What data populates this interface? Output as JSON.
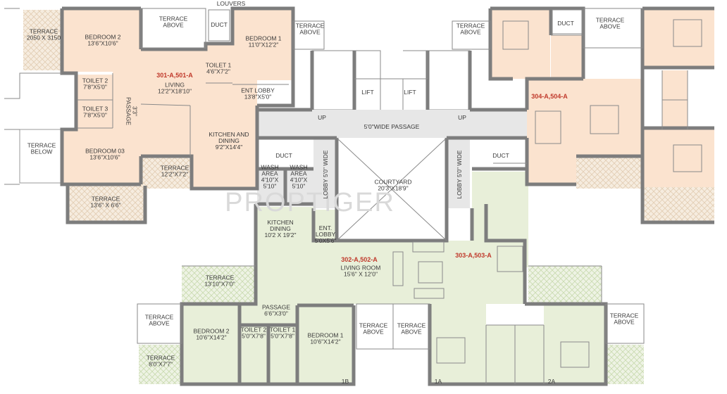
{
  "colors": {
    "unit_301": "#fbe3cf",
    "unit_302": "#e8efd9",
    "unit_303": "#e8efd9",
    "unit_304": "#fbe3cf",
    "common": "#e7e7e7",
    "terrace_hatch": "#e8d8c4",
    "terrace_green": "#cfe0b8",
    "wall": "#7d7d7d",
    "unit_label": "#c0392b"
  },
  "watermark": "PROPTIGER",
  "units": {
    "u301": {
      "label": "301-A,501-A"
    },
    "u302": {
      "label": "302-A,502-A"
    },
    "u303": {
      "label": "303-A,503-A"
    },
    "u304": {
      "label": "304-A,504-A"
    }
  },
  "rooms": [
    {
      "id": "terrace-301-nw",
      "lines": [
        "TERRACE",
        "2050 X 3150"
      ]
    },
    {
      "id": "bedroom2-301",
      "lines": [
        "BEDROOM 2",
        "13'6\"X10'6\""
      ]
    },
    {
      "id": "terrace-above-top-1",
      "lines": [
        "TERRACE",
        "ABOVE"
      ]
    },
    {
      "id": "louvers",
      "lines": [
        "LOUVERS"
      ]
    },
    {
      "id": "duct-301",
      "lines": [
        "DUCT"
      ]
    },
    {
      "id": "bedroom1-301",
      "lines": [
        "BEDROOM 1",
        "11'0\"X12'2\""
      ]
    },
    {
      "id": "terrace-above-top-2",
      "lines": [
        "TERRACE",
        "ABOVE"
      ]
    },
    {
      "id": "toilet1-301",
      "lines": [
        "TOILET 1",
        "4'6\"X7'2\""
      ]
    },
    {
      "id": "toilet2-301",
      "lines": [
        "TOILET 2",
        "7'8\"X5'0\""
      ]
    },
    {
      "id": "toilet3-301",
      "lines": [
        "TOILET 3",
        "7'8\"X5'0\""
      ]
    },
    {
      "id": "passage-301",
      "lines": [
        "3'3\"",
        "PASSAGE"
      ]
    },
    {
      "id": "living-301",
      "lines": [
        "LIVING",
        "12'2\"X18'10\""
      ]
    },
    {
      "id": "ent-lobby-301",
      "lines": [
        "ENT LOBBY",
        "13'8\"X5'0\""
      ]
    },
    {
      "id": "terrace-below",
      "lines": [
        "TERRACE",
        "BELOW"
      ]
    },
    {
      "id": "bedroom3-301",
      "lines": [
        "BEDROOM 03",
        "13'6\"X10'6\""
      ]
    },
    {
      "id": "kitchen-dining-301",
      "lines": [
        "KITCHEN AND",
        "DINING",
        "9'2\"X14'4\""
      ]
    },
    {
      "id": "terrace-301-s",
      "lines": [
        "TERRACE",
        "12'2\"X7'2\""
      ]
    },
    {
      "id": "terrace-301-sw",
      "lines": [
        "TERRACE",
        "13'6\" X 6'6\""
      ]
    },
    {
      "id": "lift-1",
      "lines": [
        "LIFT"
      ]
    },
    {
      "id": "lift-2",
      "lines": [
        "LIFT"
      ]
    },
    {
      "id": "up-left",
      "lines": [
        "UP"
      ]
    },
    {
      "id": "up-right",
      "lines": [
        "UP"
      ]
    },
    {
      "id": "passage-5",
      "lines": [
        "5'0\"WIDE PASSAGE"
      ]
    },
    {
      "id": "duct-left",
      "lines": [
        "DUCT"
      ]
    },
    {
      "id": "duct-right",
      "lines": [
        "DUCT"
      ]
    },
    {
      "id": "wash-1",
      "lines": [
        "WASH",
        "AREA",
        "4'10\"X",
        "5'10\""
      ]
    },
    {
      "id": "wash-2",
      "lines": [
        "WASH",
        "AREA",
        "4'10\"X",
        "5'10\""
      ]
    },
    {
      "id": "lobby-left",
      "lines": [
        "LOBBY 5'0\" WIDE"
      ]
    },
    {
      "id": "lobby-right",
      "lines": [
        "LOBBY 5'0\" WIDE"
      ]
    },
    {
      "id": "courtyard",
      "lines": [
        "COURTYARD",
        "20'3\"X18'9\""
      ]
    },
    {
      "id": "terrace-above-tr-1",
      "lines": [
        "TERRACE",
        "ABOVE"
      ]
    },
    {
      "id": "duct-304",
      "lines": [
        "DUCT"
      ]
    },
    {
      "id": "terrace-above-tr-2",
      "lines": [
        "TERRACE",
        "ABOVE"
      ]
    },
    {
      "id": "kitchen-dining-302",
      "lines": [
        "KITCHEN",
        "DINING",
        "10'2 X 19'2\""
      ]
    },
    {
      "id": "ent-lobby-302",
      "lines": [
        "ENT.",
        "LOBBY",
        "5'0X5'6\""
      ]
    },
    {
      "id": "living-302",
      "lines": [
        "LIVING ROOM",
        "15'6\" X 12'0\""
      ]
    },
    {
      "id": "terrace-302-w",
      "lines": [
        "TERRACE",
        "13'10\"X7'0\""
      ]
    },
    {
      "id": "passage-302",
      "lines": [
        "PASSAGE",
        "6'6\"X3'0\""
      ]
    },
    {
      "id": "terrace-above-bl",
      "lines": [
        "TERRACE",
        "ABOVE"
      ]
    },
    {
      "id": "bedroom2-302",
      "lines": [
        "BEDROOM 2",
        "10'6\"X14'2\""
      ]
    },
    {
      "id": "toilet2-302",
      "lines": [
        "TOILET 2",
        "5'0\"X7'8\""
      ]
    },
    {
      "id": "toilet1-302",
      "lines": [
        "TOILET 1",
        "5'0\"X7'8\""
      ]
    },
    {
      "id": "bedroom1-302",
      "lines": [
        "BEDROOM 1",
        "10'6\"X14'2\""
      ]
    },
    {
      "id": "terrace-302-sw",
      "lines": [
        "TERRACE",
        "8'0\"X7'7\""
      ]
    },
    {
      "id": "terrace-above-bc-1",
      "lines": [
        "TERRACE",
        "ABOVE"
      ]
    },
    {
      "id": "terrace-above-bc-2",
      "lines": [
        "TERRACE",
        "ABOVE"
      ]
    },
    {
      "id": "terrace-above-br",
      "lines": [
        "TERRACE",
        "ABOVE"
      ]
    },
    {
      "id": "mark-1b",
      "lines": [
        "1B"
      ]
    },
    {
      "id": "mark-1a",
      "lines": [
        "1A"
      ]
    },
    {
      "id": "mark-2a",
      "lines": [
        "2A"
      ]
    }
  ]
}
